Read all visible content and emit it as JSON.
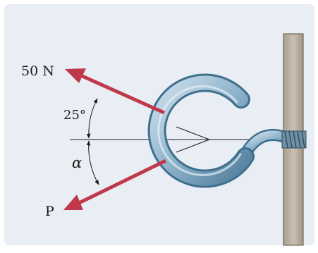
{
  "figure": {
    "force_label": "50 N",
    "angle_label": "25°",
    "alpha_label": "α",
    "p_label": "P",
    "colors": {
      "background": "#e9eef5",
      "arrow": "#c0394a",
      "hook_mid": "#8eb3cb",
      "hook_edge": "#3e6f8d",
      "wall": "#b8aea1"
    }
  }
}
